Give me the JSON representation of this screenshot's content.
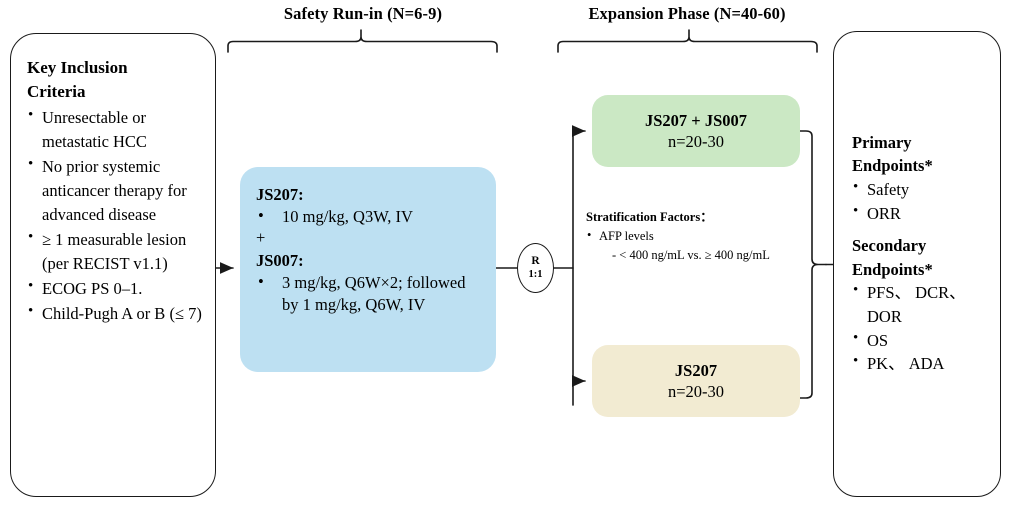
{
  "headers": {
    "safety": "Safety Run-in (N=6-9)",
    "expansion": "Expansion Phase (N=40-60)"
  },
  "criteria": {
    "title_line1": "Key Inclusion",
    "title_line2": "Criteria",
    "items": [
      "Unresectable or metastatic HCC",
      "No prior systemic anticancer therapy for advanced disease",
      "≥ 1 measurable lesion (per RECIST v1.1)",
      "ECOG PS 0–1.",
      "Child-Pugh A or B (≤ 7)"
    ]
  },
  "regimen": {
    "drug1_label": "JS207:",
    "drug1_dose": "10 mg/kg, Q3W, IV",
    "connector": "+",
    "drug2_label": "JS007:",
    "drug2_dose": "3 mg/kg, Q6W×2; followed by 1 mg/kg, Q6W, IV"
  },
  "randomization": {
    "label": "R",
    "ratio": "1:1"
  },
  "stratification": {
    "heading": "Stratification Factors：",
    "factor": "AFP levels",
    "detail": "- < 400 ng/mL vs. ≥ 400 ng/mL"
  },
  "arms": [
    {
      "name": "JS207 + JS007",
      "n": "n=20-30",
      "color": "#cbe8c4"
    },
    {
      "name": "JS207",
      "n": "n=20-30",
      "color": "#f2ebd2"
    }
  ],
  "endpoints": {
    "primary_line1": "Primary",
    "primary_line2": "Endpoints*",
    "primary_items": [
      "Safety",
      "ORR"
    ],
    "secondary_line1": "Secondary",
    "secondary_line2": "Endpoints*",
    "secondary_items": [
      "PFS、 DCR、 DOR",
      "OS",
      "PK、 ADA"
    ]
  },
  "colors": {
    "regimen_fill": "#bde0f2",
    "combo_fill": "#cbe8c4",
    "mono_fill": "#f2ebd2",
    "stroke": "#1a1a1a"
  }
}
